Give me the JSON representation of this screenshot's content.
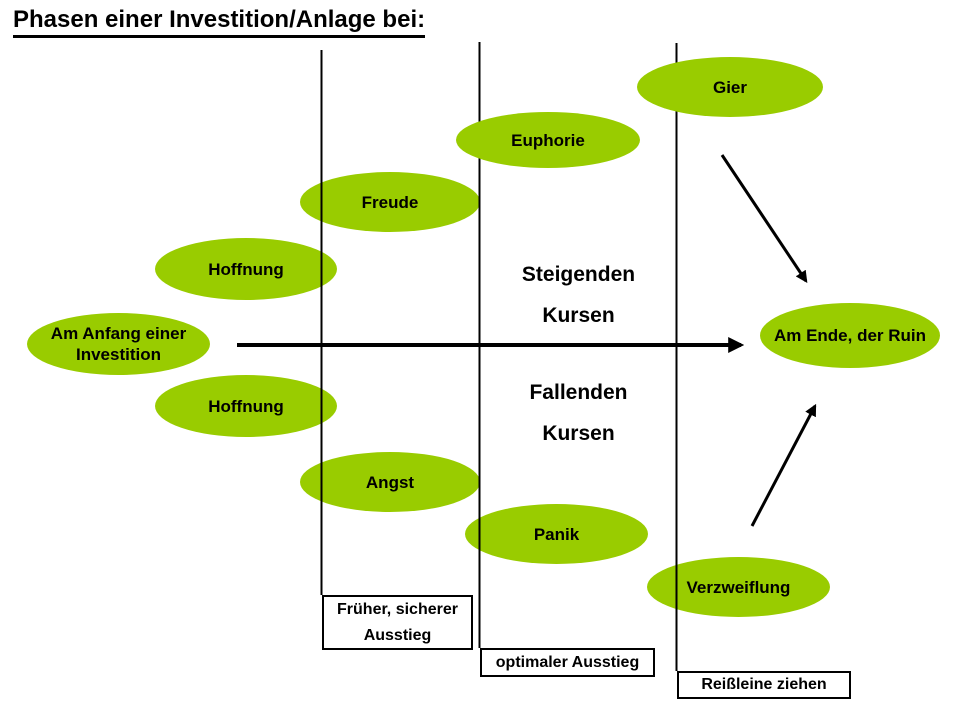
{
  "title": "Phasen einer Investition/Anlage bei:",
  "colors": {
    "ellipse_fill": "#99CC00",
    "line": "#000000",
    "background": "#FFFFFF"
  },
  "phases": {
    "gier": "Gier",
    "euphorie": "Euphorie",
    "freude": "Freude",
    "hoffnung_oben": "Hoffnung",
    "anfang": "Am Anfang einer Investition",
    "hoffnung_unten": "Hoffnung",
    "angst": "Angst",
    "panik": "Panik",
    "verzweiflung": "Verzweiflung",
    "ende": "Am Ende, der Ruin"
  },
  "center_labels": {
    "steigenden": [
      "Steigenden",
      "Kursen"
    ],
    "fallenden": [
      "Fallenden",
      "Kursen"
    ]
  },
  "exit_boxes": {
    "frueher": "Früher, sicherer Ausstieg",
    "optimal": "optimaler Ausstieg",
    "reissleine": "Reißleine ziehen"
  }
}
